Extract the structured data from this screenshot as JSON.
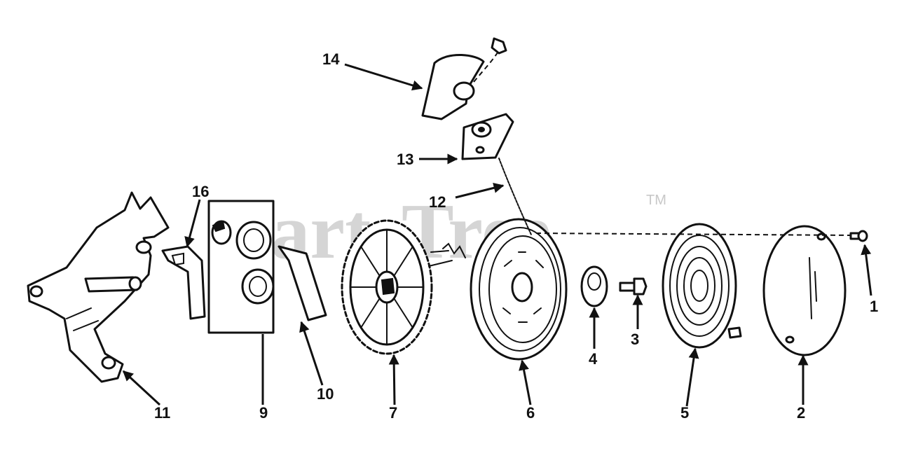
{
  "watermark": {
    "text": "PartsTree",
    "trademark": "TM"
  },
  "callouts": [
    {
      "id": "c1",
      "label": "1"
    },
    {
      "id": "c2",
      "label": "2"
    },
    {
      "id": "c3",
      "label": "3"
    },
    {
      "id": "c4",
      "label": "4"
    },
    {
      "id": "c5",
      "label": "5"
    },
    {
      "id": "c6",
      "label": "6"
    },
    {
      "id": "c7",
      "label": "7"
    },
    {
      "id": "c9",
      "label": "9"
    },
    {
      "id": "c10",
      "label": "10"
    },
    {
      "id": "c11",
      "label": "11"
    },
    {
      "id": "c12",
      "label": "12"
    },
    {
      "id": "c13",
      "label": "13"
    },
    {
      "id": "c14",
      "label": "14"
    },
    {
      "id": "c16",
      "label": "16"
    }
  ]
}
